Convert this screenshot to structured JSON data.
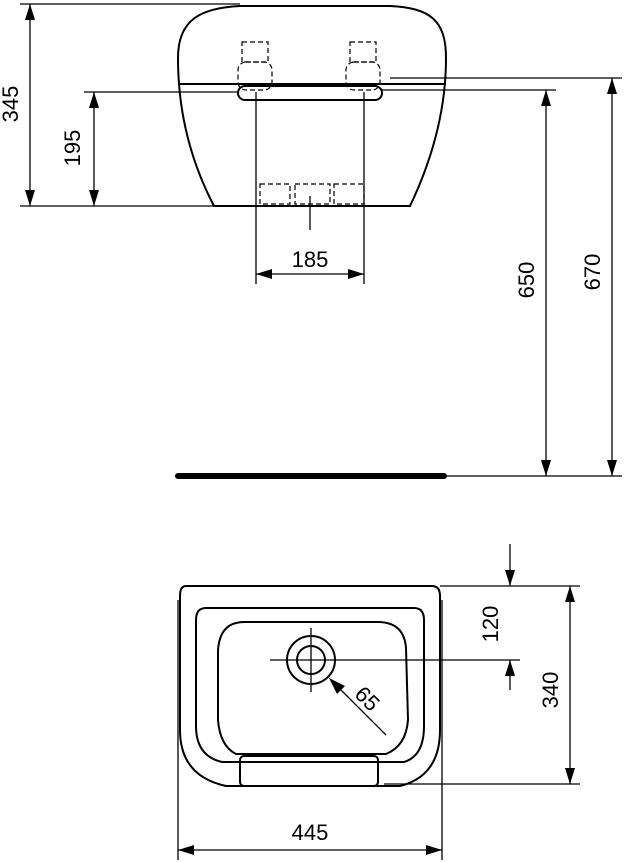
{
  "dimensions": {
    "side_height": "345",
    "side_bracket_height": "195",
    "side_fixing_width": "185",
    "height_to_bracket": "650",
    "height_to_top": "670",
    "front_waste_offset": "120",
    "front_depth": "340",
    "front_waste_diameter": "65",
    "front_width": "445"
  }
}
